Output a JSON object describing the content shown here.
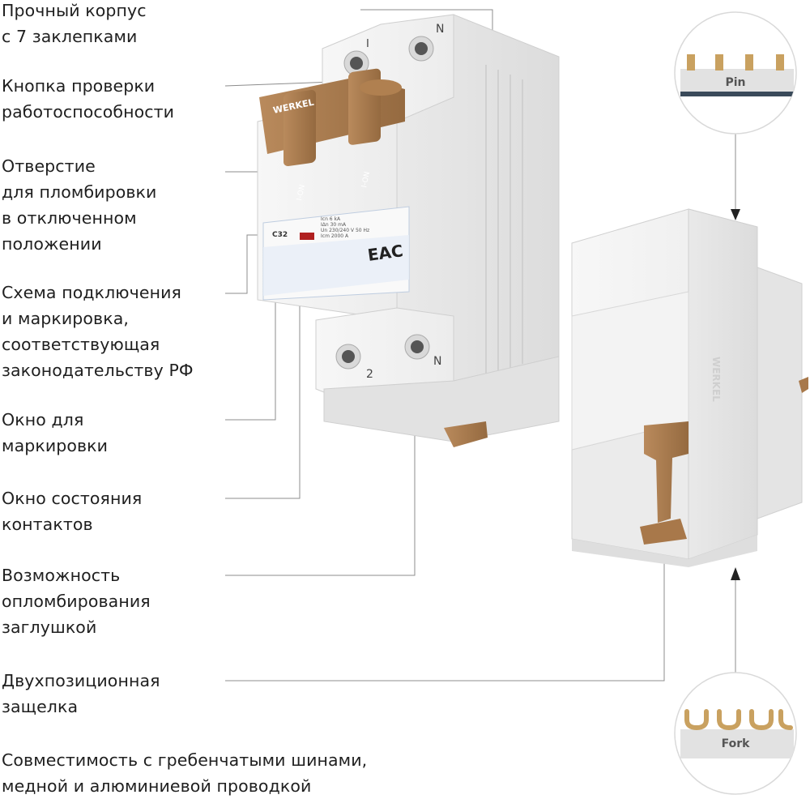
{
  "features": [
    {
      "id": "body",
      "text": "Прочный корпус\nс 7 заклепками"
    },
    {
      "id": "test-button",
      "text": "Кнопка проверки\nработоспособности"
    },
    {
      "id": "seal-hole",
      "text": "Отверстие\nдля пломбировки\nв отключенном\nположении"
    },
    {
      "id": "wiring",
      "text": "Схема подключения\nи маркировка,\nсоответствующая\nзаконодательству РФ"
    },
    {
      "id": "marking-window",
      "text": "Окно для\nмаркировки"
    },
    {
      "id": "contact-window",
      "text": "Окно состояния\nконтактов"
    },
    {
      "id": "plug-seal",
      "text": "Возможность\nопломбирования\nзаглушкой"
    },
    {
      "id": "latch",
      "text": "Двухпозиционная\nзащелка"
    },
    {
      "id": "busbar",
      "text": "Совместимость с гребенчатыми шинами,\nмедной и алюминиевой проводкой"
    }
  ],
  "busbars": {
    "pin_label": "Pin",
    "fork_label": "Fork"
  },
  "device_front": {
    "brand": "WERKEL",
    "switch_label_1": "I-ON",
    "switch_label_2": "I-ON",
    "rating": "C32",
    "terminal_top_1": "I",
    "terminal_top_2": "N",
    "terminal_bottom_1": "2",
    "terminal_bottom_2": "N",
    "spec_1": "Icn 6 kA",
    "spec_2": "IΔn 30 mA",
    "spec_3": "Un 230/240 V 50 Hz",
    "spec_4": "Icm 2000 A",
    "cert_mark": "EAC"
  },
  "device_back": {
    "brand": "WERKEL"
  },
  "colors": {
    "handle": "#a8784a",
    "body": "#f1f1f1",
    "leader": "#8c8c8c",
    "text": "#1f1f1f"
  }
}
